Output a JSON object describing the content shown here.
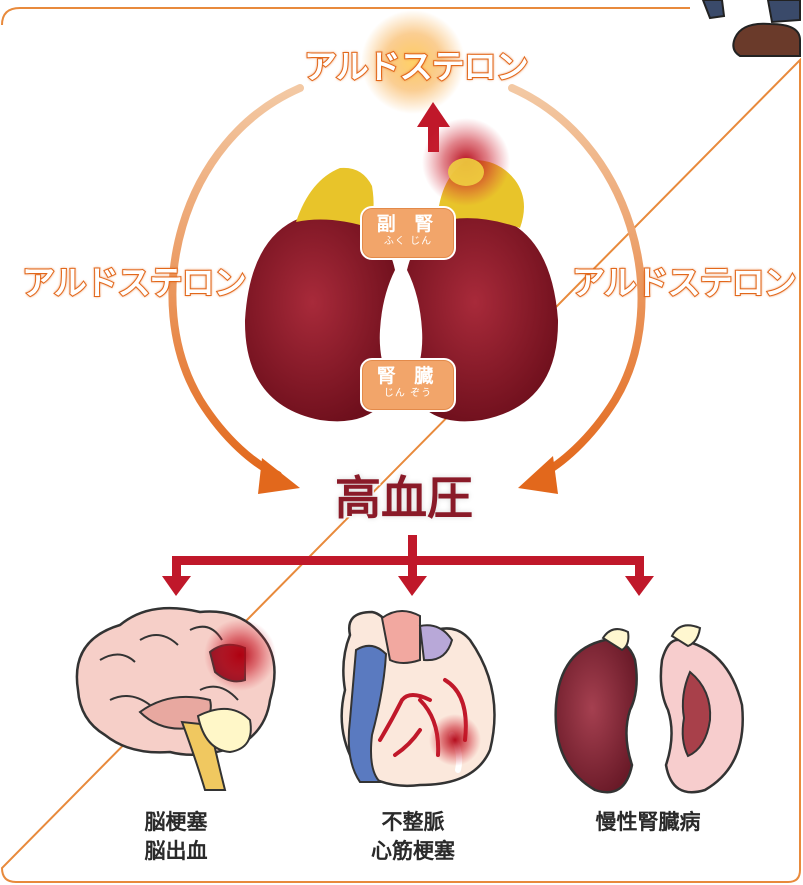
{
  "hormone": {
    "top": "アルドステロン",
    "left": "アルドステロン",
    "right": "アルドステロン"
  },
  "organs": {
    "adrenal": {
      "kanji": "副 腎",
      "furigana": "ふく じん"
    },
    "kidney": {
      "kanji": "腎 臓",
      "furigana": "じん ぞう"
    }
  },
  "center": "高血圧",
  "diseases": {
    "brain": {
      "line1": "脳梗塞",
      "line2": "脳出血"
    },
    "heart": {
      "line1": "不整脈",
      "line2": "心筋梗塞"
    },
    "kidney": {
      "line1": "慢性腎臓病"
    }
  },
  "colors": {
    "frame": "#e88a3c",
    "arrow_orange": "#e2681c",
    "arrow_red": "#c0182a",
    "kidney": "#8c1826",
    "adrenal": "#e8c42a",
    "label_bg": "#f2a56a"
  }
}
